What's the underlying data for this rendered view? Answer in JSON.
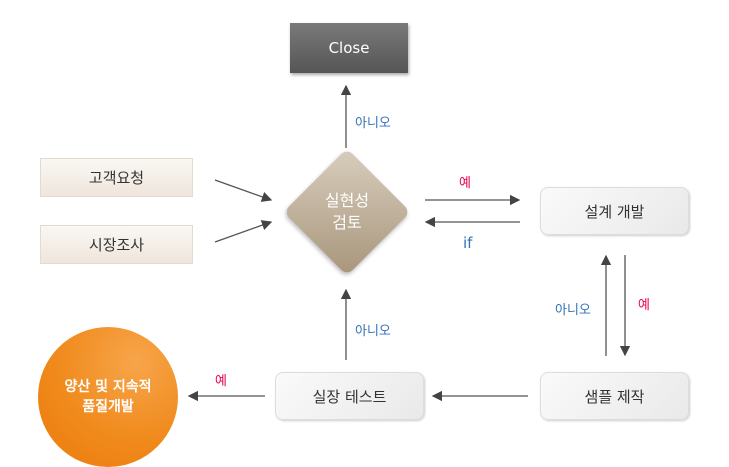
{
  "nodes": {
    "close": "Close",
    "customer_request": "고객요청",
    "market_research": "시장조사",
    "feasibility": [
      "실현성",
      "검토"
    ],
    "design": "설계 개발",
    "sample": "샘플 제작",
    "test": "실장 테스트",
    "mass_production": [
      "양산 및 지속적",
      "품질개발"
    ]
  },
  "edges": {
    "feasibility_to_close": "아니오",
    "feasibility_to_design": "예",
    "design_to_feasibility": "if",
    "sample_to_design": "아니오",
    "design_to_sample": "예",
    "test_to_feasibility": "아니오",
    "test_to_mass": "예"
  },
  "colors": {
    "yes": "#e8004c",
    "no": "#2f72b6",
    "close_bg": "#666666",
    "circle": "#f08a1c",
    "diamond": "#b5a48c"
  }
}
